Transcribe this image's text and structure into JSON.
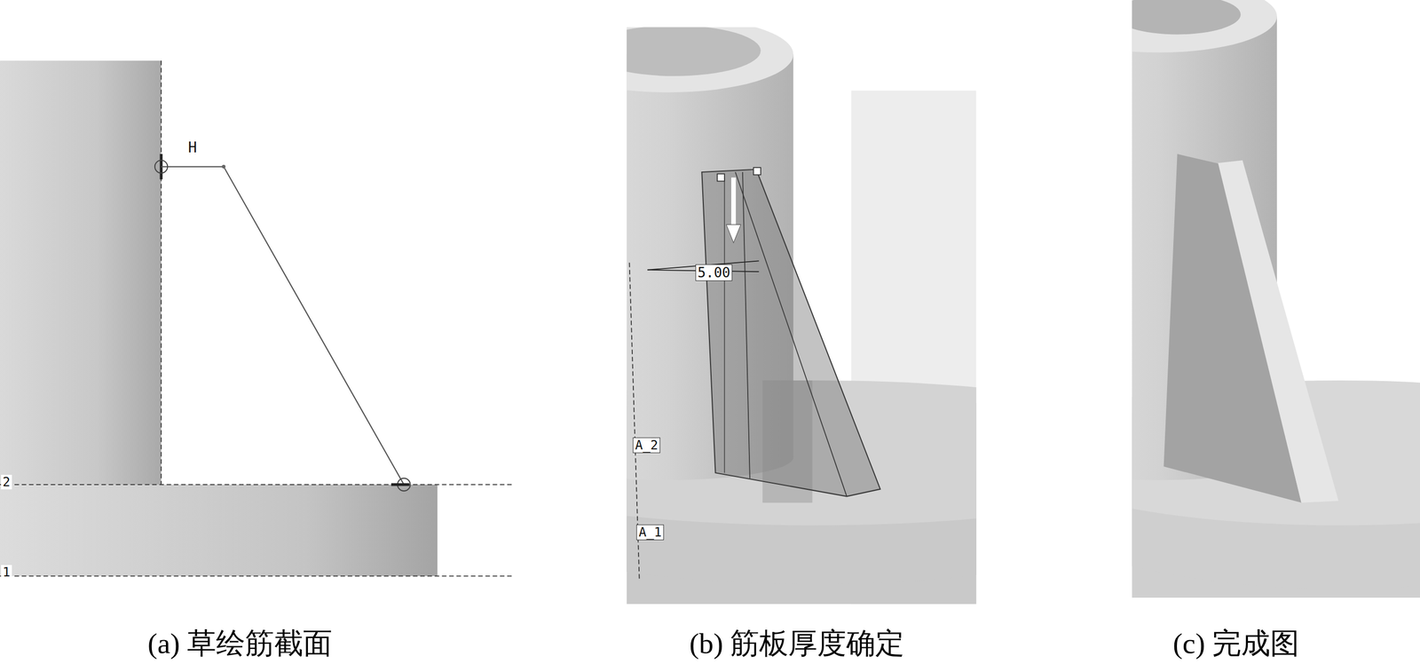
{
  "diagram": {
    "labels": [
      "H",
      "2",
      "1",
      "5.00",
      "A_2",
      "A_1",
      "(a) 草绘筋截面",
      "(b) 筋板厚度确定",
      "(c) 完成图"
    ]
  }
}
